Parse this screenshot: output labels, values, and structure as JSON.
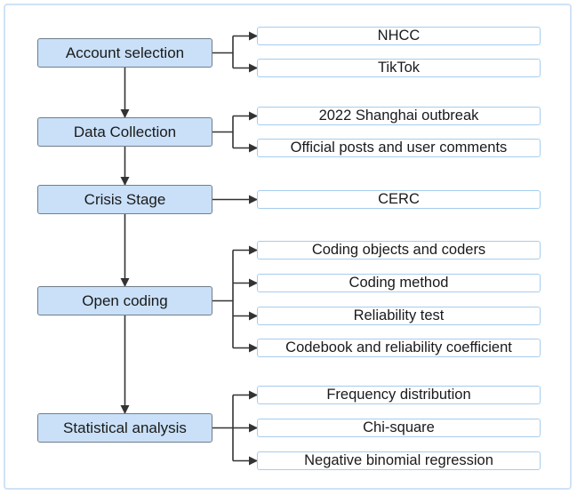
{
  "stages": [
    {
      "label": "Account selection",
      "items": [
        "NHCC",
        "TikTok"
      ]
    },
    {
      "label": "Data Collection",
      "items": [
        "2022 Shanghai outbreak",
        "Official posts and user comments"
      ]
    },
    {
      "label": "Crisis Stage",
      "items": [
        "CERC"
      ]
    },
    {
      "label": "Open coding",
      "items": [
        "Coding objects and coders",
        "Coding method",
        "Reliability test",
        "Codebook and reliability coefficient"
      ]
    },
    {
      "label": "Statistical analysis",
      "items": [
        "Frequency distribution",
        "Chi-square",
        "Negative binomial regression"
      ]
    }
  ]
}
